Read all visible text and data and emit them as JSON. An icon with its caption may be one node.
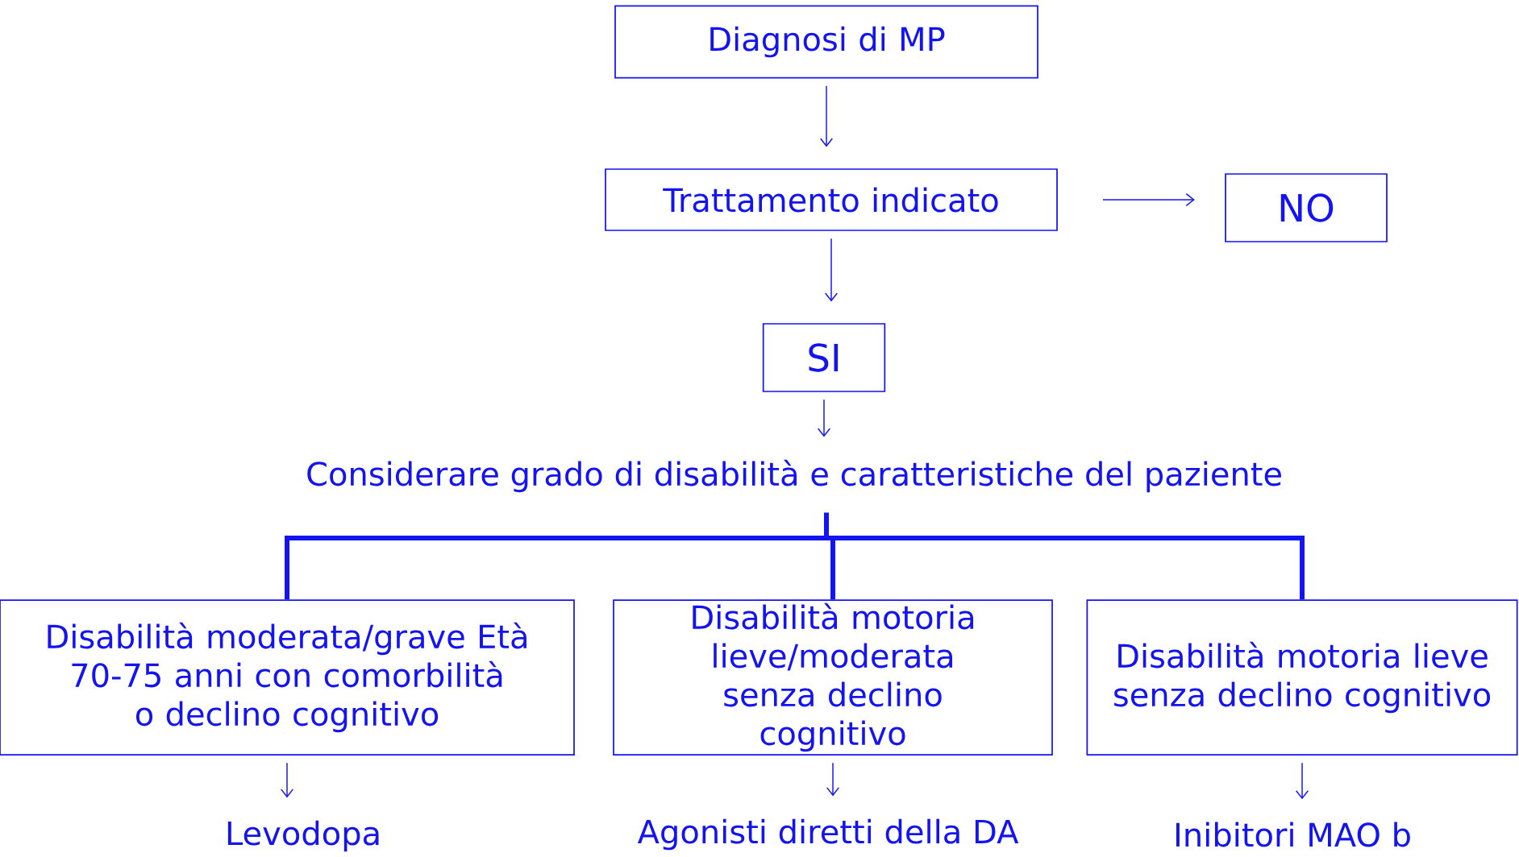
{
  "diagram": {
    "nodes": [
      {
        "text": [
          "Diagnosi di MP"
        ]
      },
      {
        "text": [
          "Trattamento indicato"
        ]
      },
      {
        "text": [
          "NO"
        ]
      },
      {
        "text": [
          "SI"
        ]
      },
      {
        "text": [
          "Considerare grado di disabilità e caratteristiche del paziente"
        ]
      },
      {
        "text": [
          "Disabilità moderata/grave Età 70-75 anni con comorbilità o declino cognitivo"
        ]
      },
      {
        "text": [
          "Disabilità motoria lieve/moderata senza declino cognitivo"
        ]
      },
      {
        "text": [
          "Disabilità motoria lieve senza declino cognitivo"
        ]
      },
      {
        "text": [
          "Levodopa"
        ]
      },
      {
        "text": [
          "Agonisti diretti della DA"
        ]
      },
      {
        "text": [
          "Inibitori MAO b"
        ]
      }
    ],
    "edges": [
      {
        "from": 0,
        "to": 1,
        "arrow": "to"
      },
      {
        "from": 1,
        "to": 2,
        "arrow": "to"
      },
      {
        "from": 1,
        "to": 3,
        "arrow": "to"
      },
      {
        "from": 3,
        "to": 4,
        "arrow": "to"
      },
      {
        "from": 4,
        "to": 5,
        "arrow": "none",
        "style": "thick"
      },
      {
        "from": 4,
        "to": 6,
        "arrow": "none",
        "style": "thick"
      },
      {
        "from": 4,
        "to": 7,
        "arrow": "none",
        "style": "thick"
      },
      {
        "from": 5,
        "to": 8,
        "arrow": "to"
      },
      {
        "from": 6,
        "to": 9,
        "arrow": "to"
      },
      {
        "from": 7,
        "to": 10,
        "arrow": "to"
      }
    ]
  }
}
